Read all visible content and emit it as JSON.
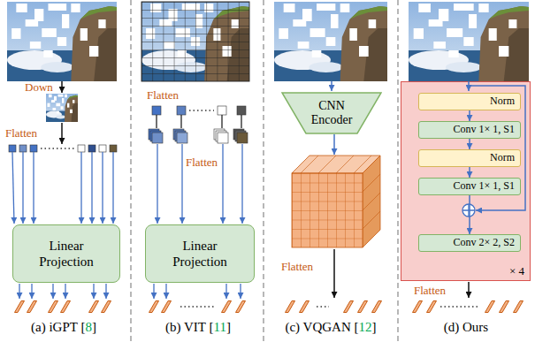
{
  "diagram": {
    "nodes": [
      {
        "text": [
          "Linear Projection"
        ]
      },
      {
        "text": [
          "Linear Projection"
        ]
      },
      {
        "text": [
          "CNN Encoder"
        ]
      },
      {
        "text": [
          "× 4"
        ]
      },
      {
        "text": [
          "Norm"
        ],
        "in": 3
      },
      {
        "text": [
          "Conv 1× 1, S1"
        ],
        "in": 3
      },
      {
        "text": [
          "Norm"
        ],
        "in": 3
      },
      {
        "text": [
          "Conv 1× 1, S1"
        ],
        "in": 3
      },
      {
        "text": [
          "Conv 2× 2, S2"
        ],
        "in": 3
      }
    ],
    "edges": [
      {
        "from": 4,
        "to": 5,
        "arrow": "to"
      },
      {
        "from": 5,
        "to": 6,
        "arrow": "to"
      },
      {
        "from": 6,
        "to": 7,
        "arrow": "to"
      },
      {
        "from": 7,
        "to": 8,
        "arrow": "to"
      }
    ],
    "labels": [
      "Down",
      "Flatten",
      "Flatten",
      "Flatten",
      "Flatten",
      "Flatten",
      "(a) iGPT [",
      "8",
      "]",
      "(b) VIT [",
      "11",
      "]",
      "(c) VQGAN [",
      "12",
      "]",
      "(d) Ours"
    ]
  }
}
